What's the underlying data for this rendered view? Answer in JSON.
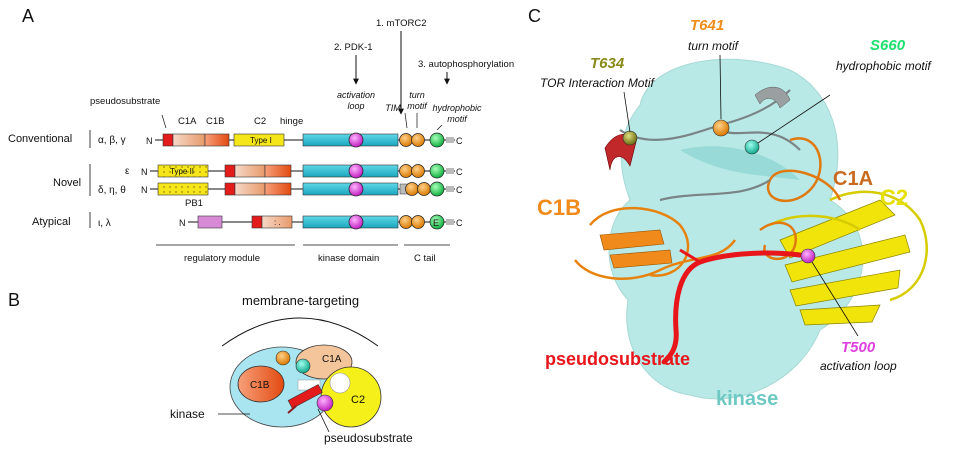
{
  "panels": {
    "a": "A",
    "b": "B",
    "c": "C"
  },
  "panelA": {
    "kinases": {
      "mtorc2": "1. mTORC2",
      "pdk1": "2. PDK-1",
      "auto": "3. autophosphorylation"
    },
    "sites": {
      "activation": [
        "activation",
        "loop"
      ],
      "tim": "TIM",
      "turn": [
        "turn",
        "motif"
      ],
      "hydro": [
        "hydrophobic",
        "motif"
      ]
    },
    "domain_labels": {
      "pseudosubstrate": "pseudosubstrate",
      "c1a": "C1A",
      "c1b": "C1B",
      "c2": "C2",
      "hinge": "hinge",
      "pb1": "PB1"
    },
    "classes": {
      "conventional": "Conventional",
      "novel": "Novel",
      "atypical": "Atypical"
    },
    "isoforms": {
      "conv": "α, β, γ",
      "novel1": "ε",
      "novel2": "δ, η, θ",
      "atyp": "ι, λ"
    },
    "termini": {
      "n": "N",
      "c": "C"
    },
    "domain_text": {
      "type1": "Type I",
      "type2": "Type II",
      "e_site": "E"
    },
    "regions": {
      "regulatory": "regulatory module",
      "kinase": "kinase domain",
      "ctail": "C tail"
    },
    "colors": {
      "pseudo": "#e31b1b",
      "c1a": "#f08c3a",
      "c1b": "#e2561a",
      "c2": "#f5e61a",
      "kinase": "#2bbdd2",
      "activation": "#e64ce0",
      "turn": "#f29a1a",
      "hydro": "#22d04a",
      "pb1": "#d98ad6"
    }
  },
  "panelB": {
    "title": "membrane-targeting",
    "labels": {
      "c1a": "C1A",
      "c1b": "C1B",
      "c2": "C2",
      "kinase": "kinase",
      "pseudo": "pseudosubstrate"
    }
  },
  "panelC": {
    "sites": {
      "t634": "T634",
      "t634_desc": "TOR Interaction Motif",
      "t641": "T641",
      "t641_desc": "turn motif",
      "s660": "S660",
      "s660_desc": "hydrophobic motif",
      "t500": "T500",
      "t500_desc": "activation loop"
    },
    "domains": {
      "c1a": "C1A",
      "c1b": "C1B",
      "c2": "C2",
      "pseudo": "pseudosubstrate",
      "kinase": "kinase"
    },
    "colors": {
      "t634": "#8a8a1a",
      "t641": "#f08c1a",
      "s660": "#1ee070",
      "t500": "#e040e0",
      "c1a": "#c86b20",
      "c1b": "#f08a1a",
      "c2": "#e6e000",
      "pseudo": "#e8161b",
      "kinase": "#6ec9c4"
    }
  }
}
